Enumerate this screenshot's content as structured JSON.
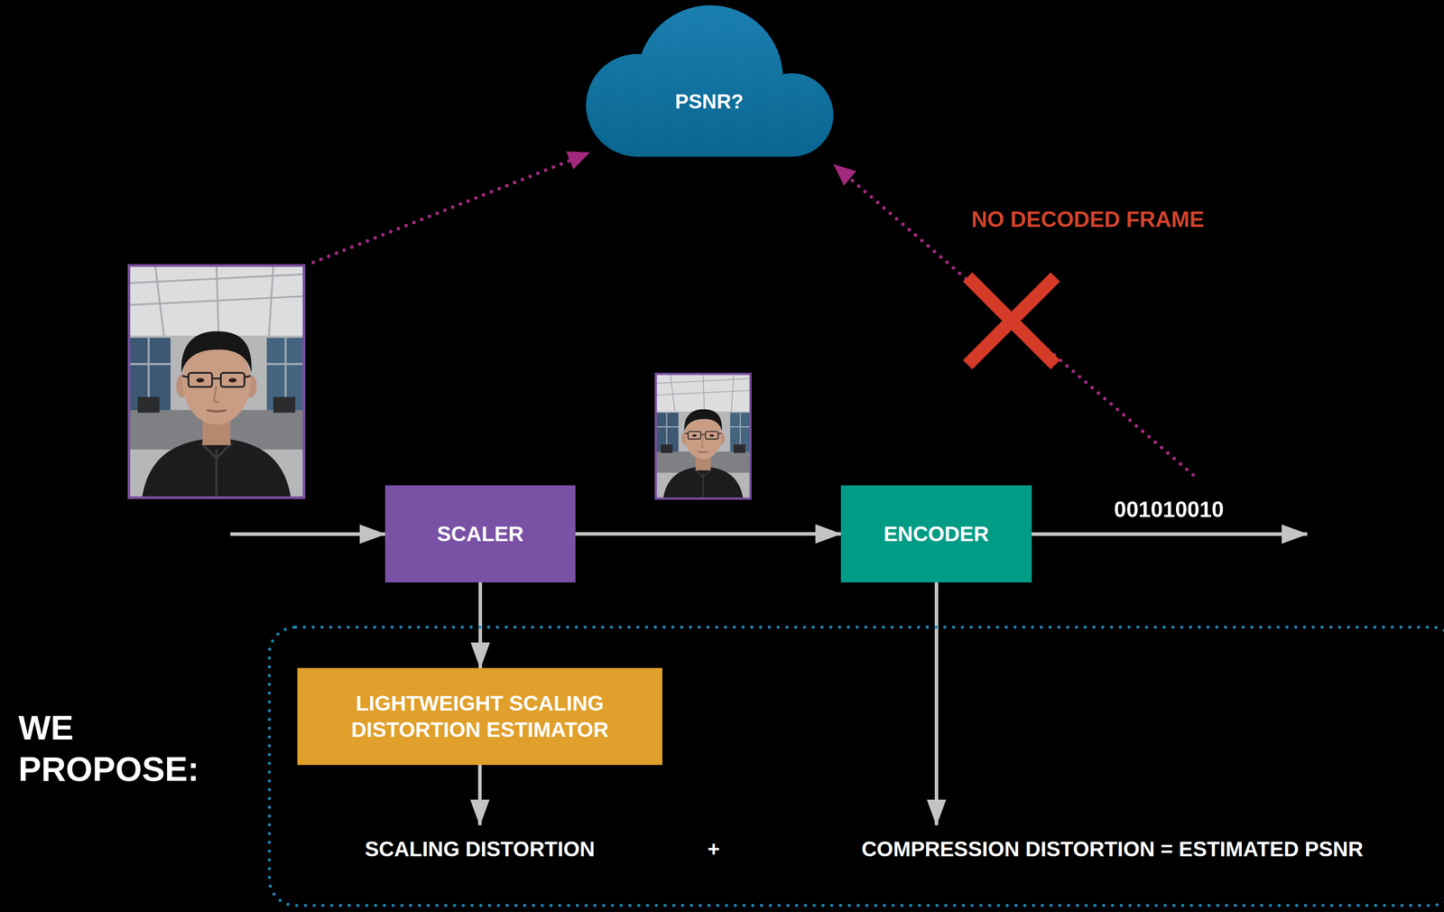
{
  "diagram": {
    "nodes": [
      {
        "text": [
          "PSNR?"
        ]
      },
      {
        "text": [
          "SCALER"
        ]
      },
      {
        "text": [
          "ENCODER"
        ]
      },
      {
        "text": [
          "SCALING DISTORTION",
          "+",
          "COMPRESSION DISTORTION = ESTIMATED PSNR"
        ]
      },
      {
        "text": [
          "LIGHTWEIGHT SCALING DISTORTION ESTIMATOR"
        ],
        "in": 3
      }
    ],
    "edges": [
      {
        "from": 1,
        "to": 2,
        "arrow": "to"
      },
      {
        "from": 1,
        "to": 4,
        "arrow": "to"
      }
    ],
    "labels": [
      "NO DECODED FRAME",
      "001010010",
      "WE PROPOSE:"
    ]
  }
}
